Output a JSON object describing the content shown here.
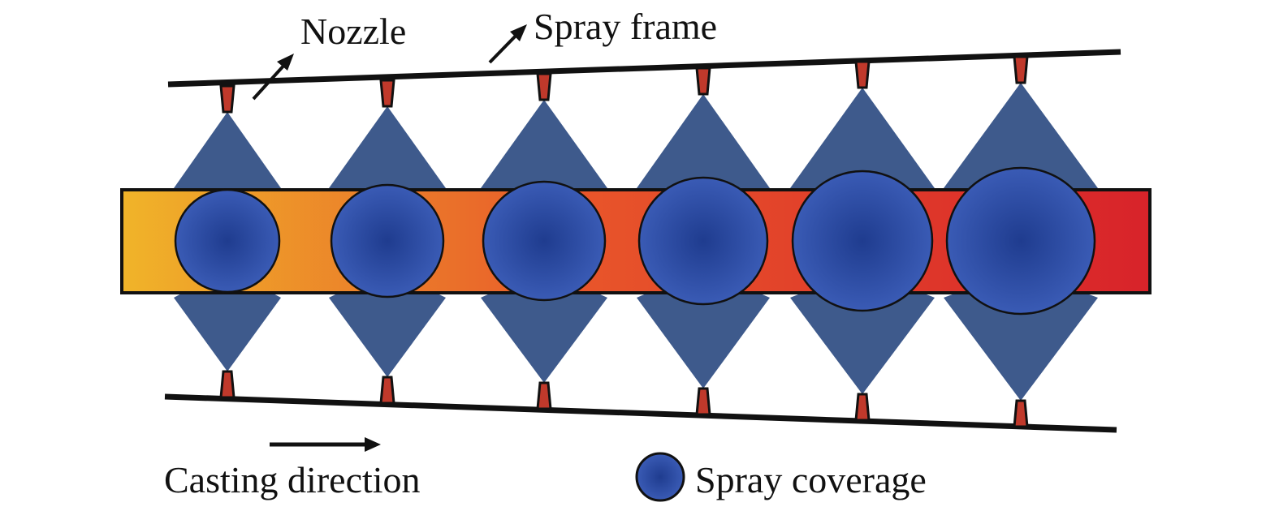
{
  "labels": {
    "nozzle": "Nozzle",
    "spray_frame": "Spray frame",
    "casting_direction": "Casting direction",
    "spray_coverage": "Spray coverage"
  },
  "colors": {
    "frame": "#111111",
    "nozzle": "#c0392b",
    "cone": "#3e5a8c",
    "coverage_center": "#1f3c8f",
    "coverage_edge": "#3a5bb5",
    "strand_start": "#f0b429",
    "strand_mid": "#e8552a",
    "strand_end": "#d8232a"
  },
  "nozzle_pairs": 6
}
